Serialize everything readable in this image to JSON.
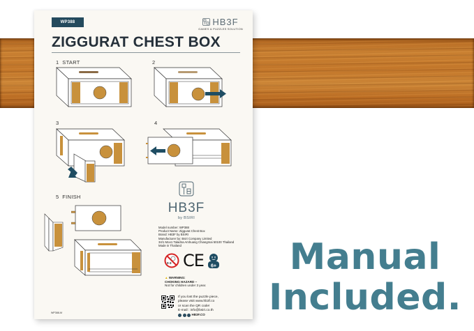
{
  "manual": {
    "model_tag": "WP388",
    "brand": {
      "name": "HB3F",
      "tagline": "GAMES & PUZZLES SOLUTION"
    },
    "title": "ZIGGURAT CHEST BOX",
    "steps": [
      {
        "number": "1",
        "label": "START"
      },
      {
        "number": "2",
        "label": ""
      },
      {
        "number": "3",
        "label": ""
      },
      {
        "number": "4",
        "label": ""
      },
      {
        "number": "5",
        "label": "FINISH"
      }
    ],
    "center_logo": {
      "name": "HB3F",
      "byline": "by BSIRI"
    },
    "specs": [
      "Model number: WP388",
      "Product Name: Ziggurat Chest Box",
      "Brand: HB3F by BSIRI",
      "Manufacturer by: Bsiri Company Limited",
      "34/1 Moo1 Taladna Amhuang Chiangmai 50100 Thailand",
      "Made in Thailand"
    ],
    "certifications": {
      "no_children_icon": "0-3",
      "ce_mark": "CE",
      "age_badge": "6+"
    },
    "warning": {
      "heading": "WARNING:",
      "line1": "CHOKING HAZARD –",
      "line2": "Not for children under 3 year."
    },
    "contact": {
      "line1": "If you lost the puzzle piece,",
      "line2": "please visit www.hb3f.co",
      "line3": "or scan the QR code!",
      "line4": "E-mail : info@bsiri.co.th",
      "social_handle": "HB3F.CO"
    },
    "doc_code": "WP388-M"
  },
  "headline": {
    "line1": "Manual",
    "line2": "Included."
  },
  "colors": {
    "accent_teal": "#447e8f",
    "tag_navy": "#244a5d",
    "wood_gold": "#c8913c",
    "arrow_blue": "#1f4d63"
  }
}
